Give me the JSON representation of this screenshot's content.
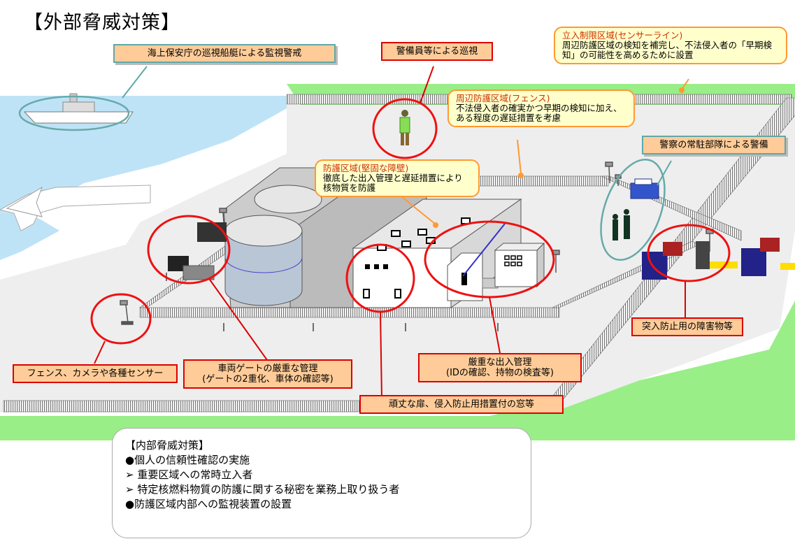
{
  "page_title": "【外部脅威対策】",
  "labels": {
    "coast_guard": "海上保安庁の巡視船艇による監視警戒",
    "guard_patrol": "警備員等による巡視",
    "restricted_area_title": "立入制限区域(センサーライン)",
    "restricted_area_body": "周辺防護区域の検知を補完し、不法侵入者の「早期検知」の可能性を高めるために設置",
    "peripheral_area_title": "周辺防護区域(フェンス)",
    "peripheral_area_body": "不法侵入者の確実かつ早期の検知に加え、ある程度の遅延措置を考慮",
    "police": "警察の常駐部隊による警備",
    "protected_area_title": "防護区域(堅固な障壁)",
    "protected_area_body": "徹底した出入管理と遅延措置により核物質を防護",
    "ram_barrier": "突入防止用の障害物等",
    "fence_sensors": "フェンス、カメラや各種センサー",
    "vehicle_gate": "車両ゲートの厳重な管理\n(ゲートの2重化、車体の確認等)",
    "access_control": "厳重な出入管理\n(IDの確認、持物の検査等)",
    "doors_windows": "頑丈な扉、侵入防止用措置付の窓等"
  },
  "internal_measures": {
    "title": "【内部脅威対策】",
    "items": [
      "●個人の信頼性確認の実施",
      "➢  重要区域への常時立入者",
      "➢  特定核燃料物質の防護に関する秘密を業務上取り扱う者",
      "●防護区域内部への監視装置の設置"
    ]
  },
  "colors": {
    "sea": "#bfe3f6",
    "grass": "#99ee88",
    "ground": "#eeeeee",
    "label_fill": "#ffcc99",
    "callout_fill": "#ffffcc",
    "red_outline": "#dd0000",
    "orange_outline": "#ff9933",
    "teal_outline": "#5fa8a8"
  }
}
